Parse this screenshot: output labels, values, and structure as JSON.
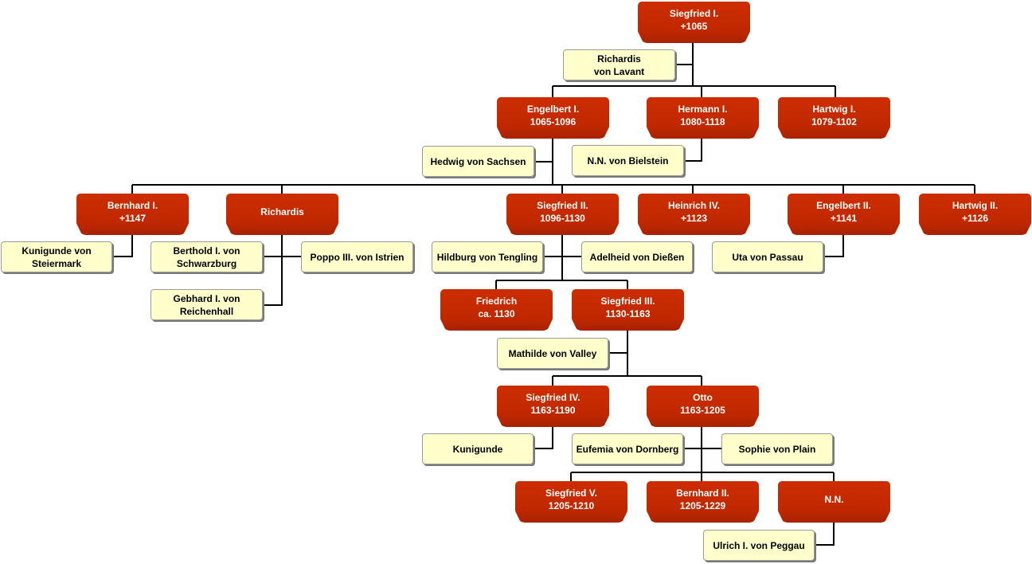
{
  "nodes": [
    {
      "id": "siegfried1",
      "kind": "male",
      "name": "Siegfried I.",
      "dates": "+1065"
    },
    {
      "id": "richardis_lavant",
      "kind": "spouse",
      "name": "Richardis",
      "dates": "von Lavant"
    },
    {
      "id": "engelbert1",
      "kind": "male",
      "name": "Engelbert I.",
      "dates": "1065-1096"
    },
    {
      "id": "hermann1",
      "kind": "male",
      "name": "Hermann I.",
      "dates": "1080-1118"
    },
    {
      "id": "hartwig1",
      "kind": "male",
      "name": "Hartwig I.",
      "dates": "1079-1102"
    },
    {
      "id": "hedwig",
      "kind": "spouse",
      "name": "Hedwig von Sachsen",
      "dates": ""
    },
    {
      "id": "nn_bielstein",
      "kind": "spouse",
      "name": "N.N. von Bielstein",
      "dates": ""
    },
    {
      "id": "bernhard1",
      "kind": "male",
      "name": "Bernhard I.",
      "dates": "+1147"
    },
    {
      "id": "richardis",
      "kind": "male",
      "name": "Richardis",
      "dates": ""
    },
    {
      "id": "siegfried2",
      "kind": "male",
      "name": "Siegfried II.",
      "dates": "1096-1130"
    },
    {
      "id": "heinrich4",
      "kind": "male",
      "name": "Heinrich IV.",
      "dates": "+1123"
    },
    {
      "id": "engelbert2",
      "kind": "male",
      "name": "Engelbert II.",
      "dates": "+1141"
    },
    {
      "id": "hartwig2",
      "kind": "male",
      "name": "Hartwig II.",
      "dates": "+1126"
    },
    {
      "id": "kunigunde_st",
      "kind": "spouse",
      "name": "Kunigunde von",
      "dates": "Steiermark"
    },
    {
      "id": "berthold",
      "kind": "spouse",
      "name": "Berthold I. von",
      "dates": "Schwarzburg"
    },
    {
      "id": "poppo",
      "kind": "spouse",
      "name": "Poppo III. von Istrien",
      "dates": ""
    },
    {
      "id": "gebhard",
      "kind": "spouse",
      "name": "Gebhard I. von",
      "dates": "Reichenhall"
    },
    {
      "id": "hildburg",
      "kind": "spouse",
      "name": "Hildburg von Tengling",
      "dates": ""
    },
    {
      "id": "adelheid",
      "kind": "spouse",
      "name": "Adelheid von Dießen",
      "dates": ""
    },
    {
      "id": "uta",
      "kind": "spouse",
      "name": "Uta von Passau",
      "dates": ""
    },
    {
      "id": "friedrich",
      "kind": "male",
      "name": "Friedrich",
      "dates": "ca. 1130"
    },
    {
      "id": "siegfried3",
      "kind": "male",
      "name": "Siegfried III.",
      "dates": "1130-1163"
    },
    {
      "id": "mathilde",
      "kind": "spouse",
      "name": "Mathilde von Valley",
      "dates": ""
    },
    {
      "id": "siegfried4",
      "kind": "male",
      "name": "Siegfried IV.",
      "dates": "1163-1190"
    },
    {
      "id": "otto",
      "kind": "male",
      "name": "Otto",
      "dates": "1163-1205"
    },
    {
      "id": "kunigunde",
      "kind": "spouse",
      "name": "Kunigunde",
      "dates": ""
    },
    {
      "id": "eufemia",
      "kind": "spouse",
      "name": "Eufemia von Dornberg",
      "dates": ""
    },
    {
      "id": "sophie",
      "kind": "spouse",
      "name": "Sophie von Plain",
      "dates": ""
    },
    {
      "id": "siegfried5",
      "kind": "male",
      "name": "Siegfried V.",
      "dates": "1205-1210"
    },
    {
      "id": "bernhard2",
      "kind": "male",
      "name": "Bernhard II.",
      "dates": "1205-1229"
    },
    {
      "id": "nn",
      "kind": "male",
      "name": "N.N.",
      "dates": ""
    },
    {
      "id": "ulrich",
      "kind": "spouse",
      "name": "Ulrich I. von Peggau",
      "dates": ""
    }
  ]
}
